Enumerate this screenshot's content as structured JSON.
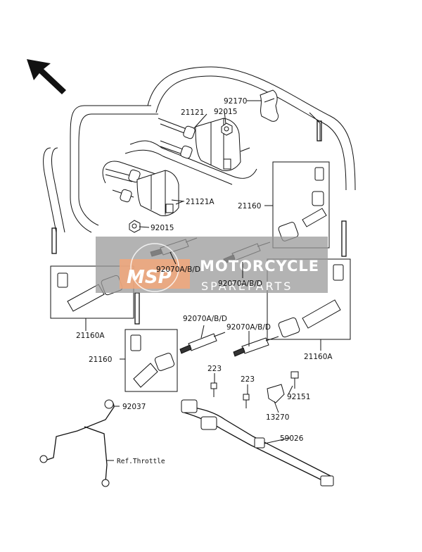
{
  "part_labels": {
    "p92170": "92170",
    "p21121": "21121",
    "p92015_top": "92015",
    "p21121A": "21121A",
    "p92015_left": "92015",
    "p21160_right": "21160",
    "p92070_mid": "92070A/B/D",
    "p92070_right": "92070A/B/D",
    "p21160A_left": "21160A",
    "p92070_low1": "92070A/B/D",
    "p92070_low2": "92070A/B/D",
    "p21160_low": "21160",
    "p21160A_right": "21160A",
    "p223_a": "223",
    "p223_b": "223",
    "p92151": "92151",
    "p92037": "92037",
    "p13270": "13270",
    "p59026": "59026",
    "ref_throttle": "Ref.Throttle"
  },
  "watermark": {
    "logo": "MSP",
    "title": "MOTORCYCLE",
    "subtitle": "SPAREPARTS"
  },
  "colors": {
    "watermark_box": "#9a9a9a",
    "watermark_logo": "#f2a77a",
    "line": "#111111"
  },
  "icons": {
    "front_arrow": "arrow-up-left-icon"
  }
}
